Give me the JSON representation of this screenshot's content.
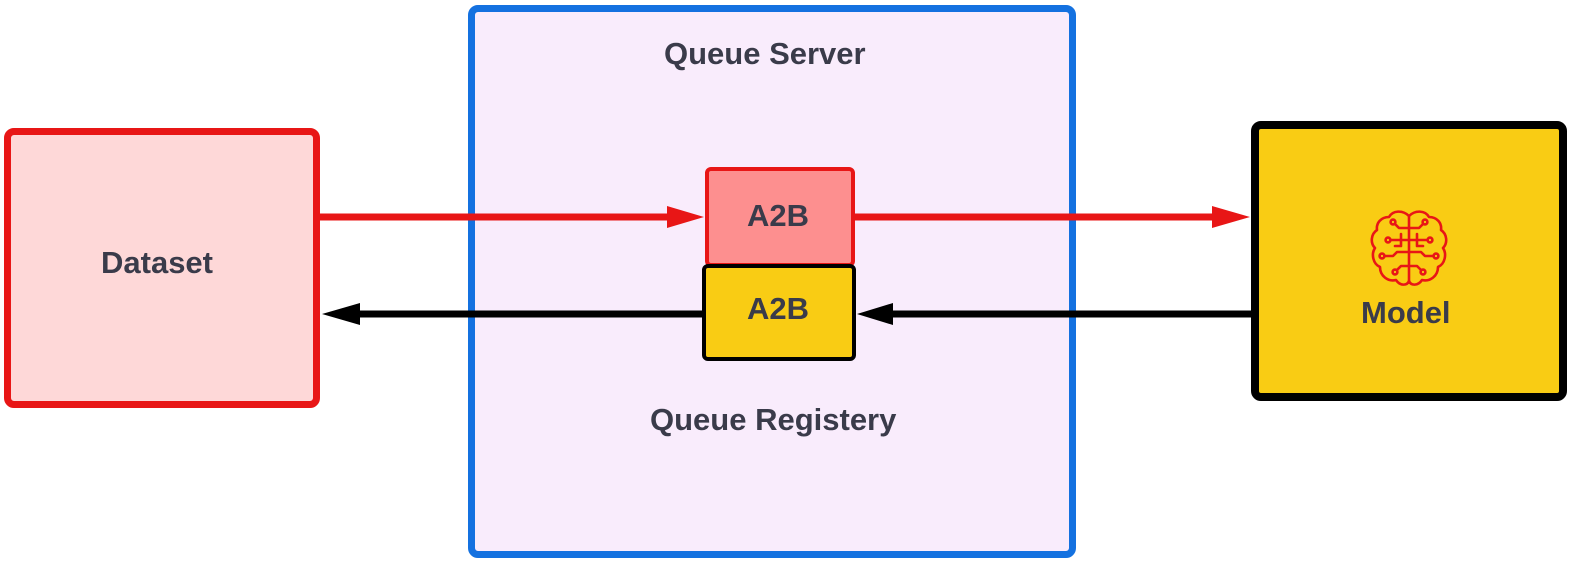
{
  "nodes": {
    "queue_server": {
      "label": "Queue Server"
    },
    "queue_registry": {
      "label": "Queue Registery"
    },
    "dataset": {
      "label": "Dataset"
    },
    "model": {
      "label": "Model",
      "icon": "brain-circuit-icon"
    },
    "queue_request": {
      "label": "A2B"
    },
    "queue_response": {
      "label": "A2B"
    }
  },
  "edges": [
    {
      "from": "dataset",
      "to": "queue_request",
      "color": "#e81616"
    },
    {
      "from": "queue_request",
      "to": "model",
      "color": "#e81616"
    },
    {
      "from": "model",
      "to": "queue_response",
      "color": "#000000"
    },
    {
      "from": "queue_response",
      "to": "dataset",
      "color": "#000000"
    }
  ],
  "colors": {
    "server_border": "#1471e0",
    "server_fill": "#f9ecfc",
    "dataset_border": "#e81616",
    "dataset_fill": "#fed8d8",
    "model_fill": "#f9cc14",
    "request_fill": "#fd8f8f",
    "text": "#3a3b4a"
  }
}
